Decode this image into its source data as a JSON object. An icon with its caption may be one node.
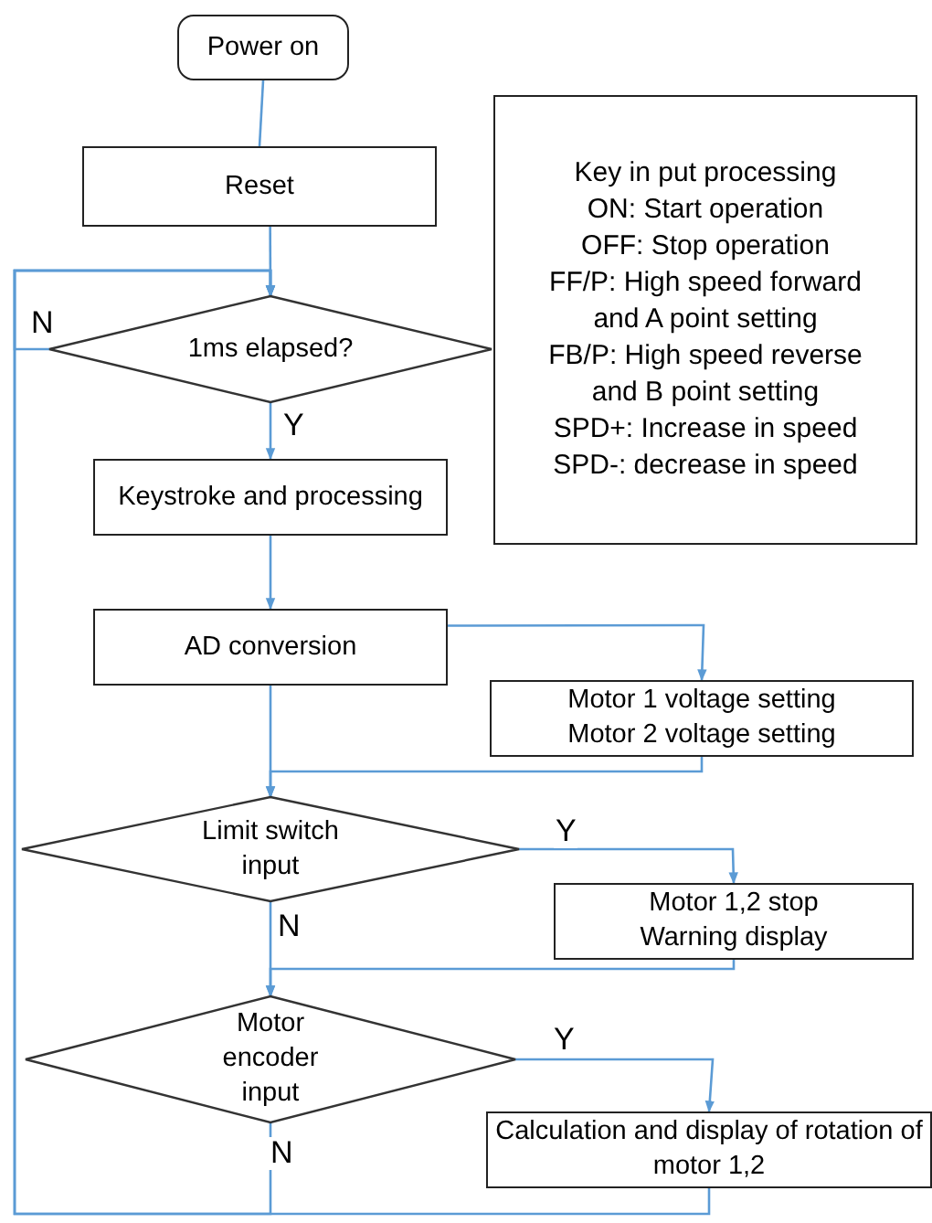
{
  "diagram": {
    "nodes": [
      {
        "text": [
          "Power on"
        ]
      },
      {
        "text": [
          "Reset"
        ]
      },
      {
        "text": [
          "1ms elapsed?"
        ]
      },
      {
        "text": [
          "Keystroke and processing"
        ]
      },
      {
        "text": [
          "AD conversion"
        ]
      },
      {
        "text": [
          "Motor 1 voltage setting",
          "Motor 2 voltage setting"
        ]
      },
      {
        "text": [
          "Limit switch input"
        ]
      },
      {
        "text": [
          "Motor 1,2 stop",
          "Warning display"
        ]
      },
      {
        "text": [
          "Motor encoder input"
        ]
      },
      {
        "text": [
          "Calculation and display of rotation of motor 1,2"
        ]
      },
      {
        "text": [
          "Key in put processing",
          "ON: Start operation",
          "OFF: Stop operation",
          "FF/P: High speed forward and A point setting",
          "FB/P: High speed reverse and B point setting",
          "SPD+: Increase in speed",
          "SPD-: decrease in speed"
        ]
      }
    ],
    "edges": [
      {
        "from": 0,
        "to": 1,
        "arrow": "none"
      },
      {
        "from": 1,
        "to": 2,
        "arrow": "to"
      },
      {
        "from": 2,
        "to": 3,
        "arrow": "to",
        "label": "Y"
      },
      {
        "from": 3,
        "to": 4,
        "arrow": "to"
      },
      {
        "from": 4,
        "to": 5,
        "arrow": "to"
      },
      {
        "from": 5,
        "to": 6,
        "arrow": "to"
      },
      {
        "from": 4,
        "to": 6,
        "arrow": "to"
      },
      {
        "from": 6,
        "to": 7,
        "arrow": "to",
        "label": "Y"
      },
      {
        "from": 6,
        "to": 8,
        "arrow": "to",
        "label": "N"
      },
      {
        "from": 7,
        "to": 8,
        "arrow": "to"
      },
      {
        "from": 8,
        "to": 2,
        "arrow": "to",
        "label": "N"
      },
      {
        "from": 9,
        "to": 2,
        "arrow": "to"
      },
      {
        "from": 2,
        "to": 2,
        "arrow": "to",
        "label": "N"
      },
      {
        "from": 8,
        "to": 9,
        "arrow": "to",
        "label": "Y"
      }
    ]
  }
}
